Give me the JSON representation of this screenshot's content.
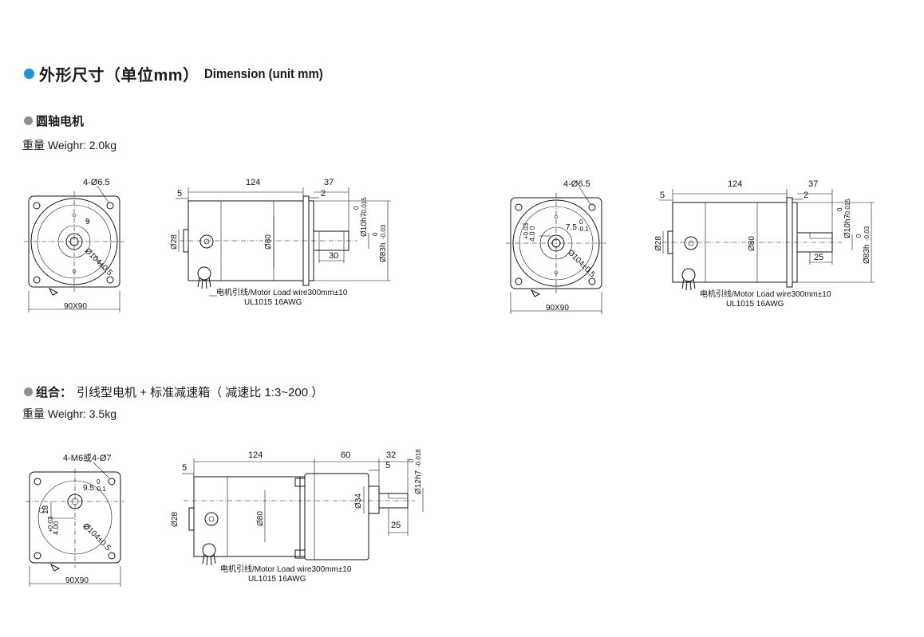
{
  "header": {
    "title_cn": "外形尺寸（单位mm）",
    "title_en": "Dimension (unit mm)",
    "accent_color": "#1f8fd8"
  },
  "section1": {
    "title": "圆轴电机",
    "weight": "重量 Weighr: 2.0kg"
  },
  "section2": {
    "title": "组合：",
    "subtitle": "引线型电机 + 标准减速箱（ 减速比 1:3~200 ）",
    "weight": "重量 Weighr: 3.5kg"
  },
  "drawings": {
    "d1": {
      "holes": "4-Ø6.5",
      "dim_9": "9",
      "dia_104": "Ø104±0.5",
      "frame": "90X90",
      "len_124": "124",
      "len_37": "37",
      "len_5": "5",
      "len_2": "2",
      "len_30": "30",
      "dia_28": "Ø28",
      "dia_80": "Ø80",
      "shaft": "Ø10h7",
      "shaft_tol_a": "0",
      "shaft_tol_b": "-0.015",
      "pilot": "Ø83h",
      "pilot_tol_a": "0",
      "pilot_tol_b": "-0.03",
      "wire1": "电机引线/Motor Load wire300mm±10",
      "wire2": "UL1015 16AWG"
    },
    "d2": {
      "holes": "4-Ø6.5",
      "key_tol_a": "+0.03",
      "key_tol_b": "0",
      "key_dim": "4.0",
      "key_height": "7.5",
      "key_height_tol_a": "0",
      "key_height_tol_b": "-0.1",
      "dia_104": "Ø104±0.5",
      "frame": "90X90",
      "len_124": "124",
      "len_37": "37",
      "len_5": "5",
      "len_2": "2",
      "len_25": "25",
      "dia_28": "Ø28",
      "dia_80": "Ø80",
      "shaft": "Ø10h7",
      "shaft_tol_a": "0",
      "shaft_tol_b": "-0.015",
      "pilot": "Ø83h",
      "pilot_tol_a": "0",
      "pilot_tol_b": "-0.03",
      "wire1": "电机引线/Motor Load wire300mm±10",
      "wire2": "UL1015 16AWG"
    },
    "d3": {
      "holes": "4-M6或4-Ø7",
      "key_height": "9.5",
      "key_height_tol_a": "0",
      "key_height_tol_b": "-0.1",
      "dim_18": "18",
      "key_tol_a": "+0.03",
      "key_tol_b": "0",
      "key_dim": "4.0",
      "dia_104": "Ø104±0.5",
      "frame": "90X90",
      "len_124": "124",
      "len_60": "60",
      "len_32": "32",
      "len_5a": "5",
      "len_5b": "5",
      "len_25": "25",
      "dia_28": "Ø28",
      "dia_80": "Ø80",
      "dia_34": "Ø34",
      "shaft": "Ø12h7",
      "shaft_tol_a": "0",
      "shaft_tol_b": "-0.018",
      "wire1": "电机引线/Motor Load wire300mm±10",
      "wire2": "UL1015 16AWG"
    }
  }
}
